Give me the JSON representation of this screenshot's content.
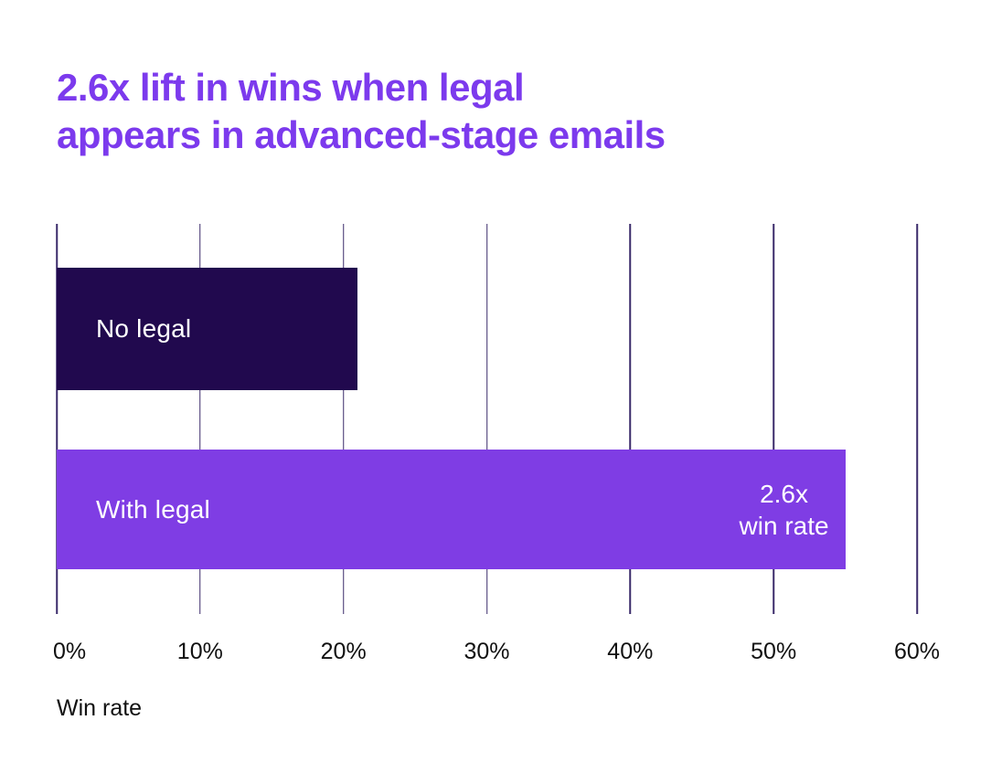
{
  "chart_data": {
    "type": "bar",
    "orientation": "horizontal",
    "title": "2.6x lift in wins when legal appears in advanced-stage emails",
    "title_lines": [
      "2.6x lift in wins when legal",
      "appears in advanced-stage emails"
    ],
    "categories": [
      "No legal",
      "With legal"
    ],
    "values": [
      21,
      55
    ],
    "unit": "%",
    "xlabel": "Win rate",
    "xlim": [
      0,
      60
    ],
    "xticks": [
      "0%",
      "10%",
      "20%",
      "30%",
      "40%",
      "50%",
      "60%"
    ],
    "xtick_values": [
      0,
      10,
      20,
      30,
      40,
      50,
      60
    ],
    "grid": "vertical-only",
    "legend": "none",
    "annotation": {
      "target_bar": "With legal",
      "line1": "2.6x",
      "line2": "win rate"
    }
  },
  "colors": {
    "background": "#FFFFFF",
    "title": "#7C3AED",
    "bar_no_legal": "#21094E",
    "bar_with_legal": "#7F3DE4",
    "gridline": "#3A2A6A",
    "bar_label": "#FFFFFF",
    "axis_text": "#111111"
  }
}
